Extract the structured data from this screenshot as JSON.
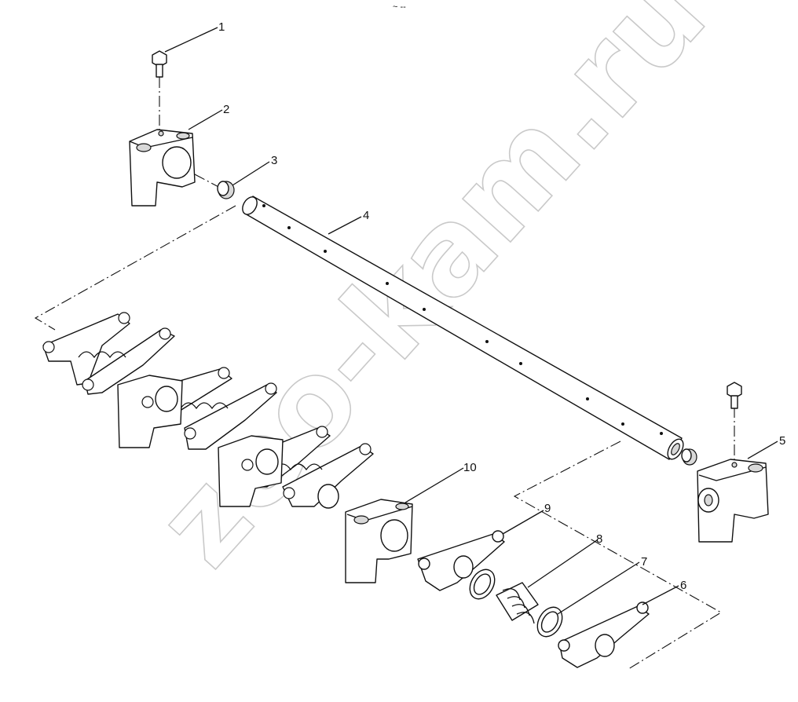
{
  "top_mark": "~ --",
  "watermark": "zeo-kam.ru",
  "callouts": [
    "1",
    "2",
    "3",
    "4",
    "5",
    "6",
    "7",
    "8",
    "9",
    "10"
  ],
  "parts": {
    "bolt_top": "bolt-icon",
    "bracket_left": "rocker-shaft-bracket-icon",
    "plug": "shaft-plug-icon",
    "shaft": "rocker-shaft-icon",
    "bracket_right": "rocker-shaft-bracket-icon",
    "rocker_arm": "rocker-arm-icon",
    "washer": "washer-icon",
    "spring": "spring-icon",
    "rocker_arm_left": "rocker-arm-icon",
    "bracket_mid": "rocker-shaft-bracket-icon"
  }
}
